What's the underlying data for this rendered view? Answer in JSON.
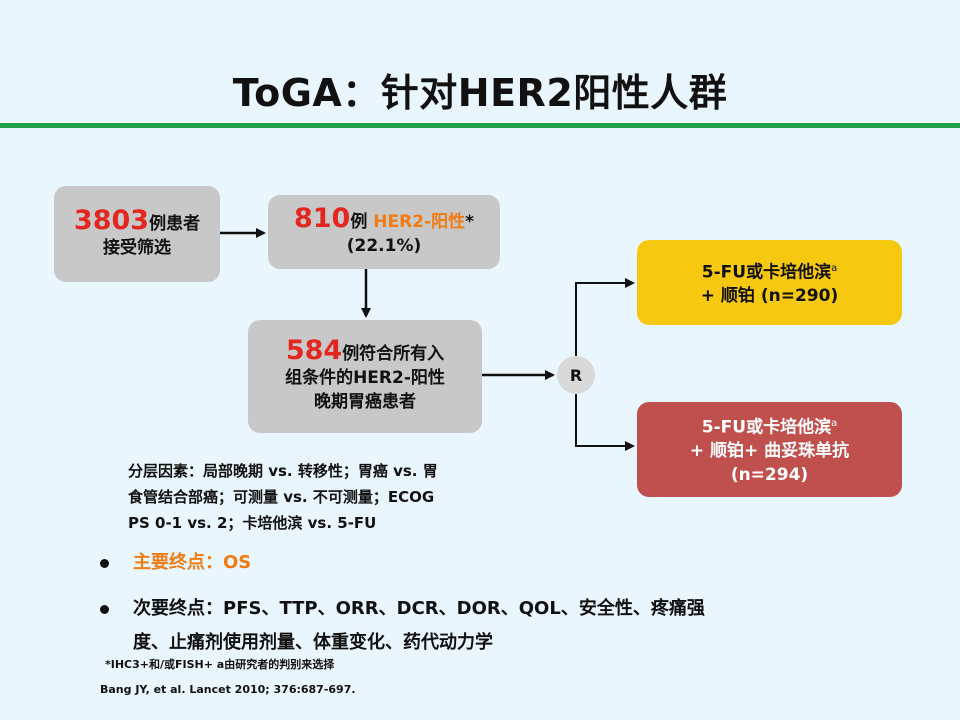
{
  "title": "ToGA：针对HER2阳性人群",
  "boxes": {
    "screened": {
      "number": "3803",
      "line1_rest": "例患者",
      "line2": "接受筛选"
    },
    "her2pos": {
      "number": "810",
      "label_a": "例 ",
      "label_b": "HER2-阳性",
      "label_c": "*",
      "line2": "(22.1%)"
    },
    "eligible": {
      "number": "584",
      "line1_rest": "例符合所有入",
      "line2": "组条件的HER2-阳性",
      "line3": "晚期胃癌患者"
    }
  },
  "randomization": {
    "label": "R"
  },
  "arms": [
    {
      "line1": "5-FU或卡培他滨",
      "sup": "a",
      "line2": "+ 顺铂 (n=290)",
      "color": "#f6c80f"
    },
    {
      "line1": "5-FU或卡培他滨",
      "sup": "a",
      "line2": "+ 顺铂+ 曲妥珠单抗",
      "line3": "(n=294)",
      "color": "#c0504d"
    }
  ],
  "stratification": {
    "line1": "分层因素：局部晚期 vs. 转移性；胃癌 vs. 胃",
    "line2": "食管结合部癌；可测量 vs. 不可测量；ECOG",
    "line3": "PS 0-1 vs. 2；卡培他滨 vs. 5-FU"
  },
  "endpoints": {
    "primary": "主要终点：OS",
    "secondary_line1": "次要终点：PFS、TTP、ORR、DCR、DOR、QOL、安全性、疼痛强",
    "secondary_line2": "度、止痛剂使用剂量、体重变化、药代动力学"
  },
  "footnote": "*IHC3+和/或FISH+    a由研究者的判别来选择",
  "reference": "Bang JY, et al. Lancet 2010; 376:687-697.",
  "colors": {
    "accent_green": "#1fa24a",
    "highlight_red": "#e3261f",
    "highlight_orange": "#f07c12"
  }
}
